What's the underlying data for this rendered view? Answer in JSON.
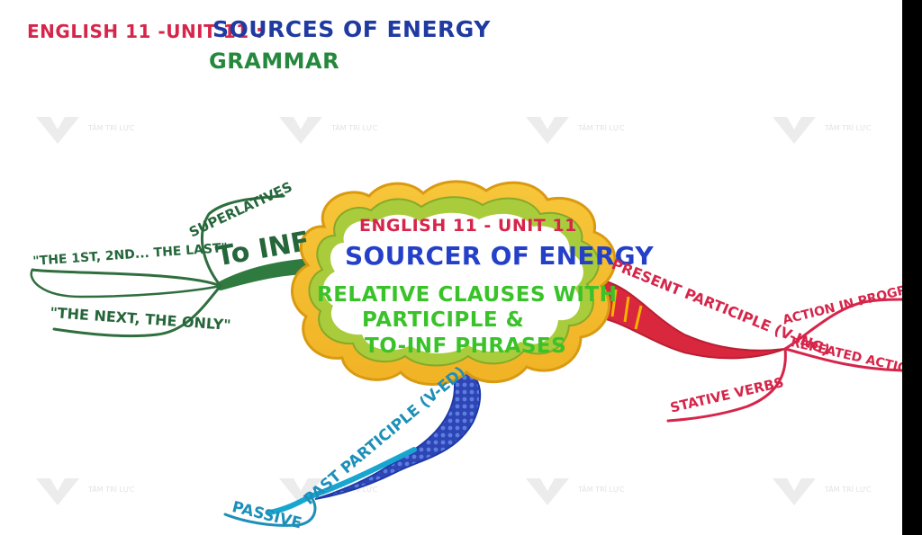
{
  "header": {
    "title_prefix": "ENGLISH 11 -UNIT 11 :",
    "title_main": "SOURCES OF ENERGY",
    "subtitle": "GRAMMAR"
  },
  "center": {
    "line1": "ENGLISH 11 - UNIT 11",
    "line2": "SOURCER OF ENERGY",
    "line3": "RELATIVE CLAUSES WITH",
    "line4": "PARTICIPLE &",
    "line5": "TO-INF PHRASES"
  },
  "branches": {
    "to_inf": {
      "label": "To INF",
      "children": [
        "SUPERLATIVES",
        "\"THE 1ST, 2ND... THE LAST\"",
        "\"THE NEXT, THE ONLY\""
      ]
    },
    "present_participle": {
      "label": "PRESENT PARTICIPLE (V-ING)",
      "children": [
        "ACTION IN PROGRESS",
        "REPEATED ACTIONS",
        "STATIVE VERBS"
      ]
    },
    "past_participle": {
      "label": "PAST PARTICIPLE (V-ED)",
      "children": [
        "PASSIVE"
      ]
    }
  },
  "watermark": {
    "text": "TÂM TRÍ LỰC"
  },
  "colors": {
    "red": "#d6254a",
    "dark_blue": "#1f3aa0",
    "green": "#25883c",
    "light_green": "#39c329",
    "blue": "#2540c8",
    "teal": "#1e8fb9",
    "cloud_yellow": "#f5bf2a",
    "cloud_green": "#a6c93a"
  }
}
